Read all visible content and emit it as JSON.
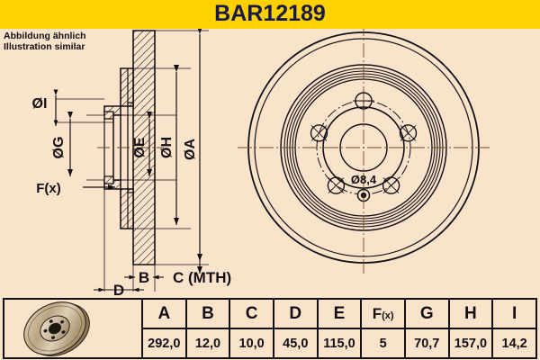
{
  "header": {
    "part_number": "BAR12189",
    "banner_color": "#ffd100",
    "title_color": "#16194a"
  },
  "note": {
    "line_de": "Abbildung ähnlich",
    "line_en": "Illustration similar"
  },
  "page": {
    "background_color": "#fae3cb",
    "line_color": "#140f14"
  },
  "drawing": {
    "section_labels": {
      "i": "ØI",
      "g": "ØG",
      "e": "ØE",
      "h": "ØH",
      "a": "ØA",
      "fx": "F(x)",
      "b": "B",
      "c": "C (MTH)",
      "d": "D"
    },
    "front_view_labels": {
      "hole_diameter": "Ø8,4"
    },
    "front_view": {
      "bolt_count": 5,
      "outer_rings": 9,
      "center_bore_visible": true
    }
  },
  "table": {
    "headers": [
      "A",
      "B",
      "C",
      "D",
      "E",
      "F(x)",
      "G",
      "H",
      "I"
    ],
    "fx_header": {
      "main": "F",
      "sub": "(x)"
    },
    "values": [
      "292,0",
      "12,0",
      "10,0",
      "45,0",
      "115,0",
      "5",
      "70,7",
      "157,0",
      "14,2"
    ],
    "thumbnail_name": "brake-disc-photo"
  }
}
